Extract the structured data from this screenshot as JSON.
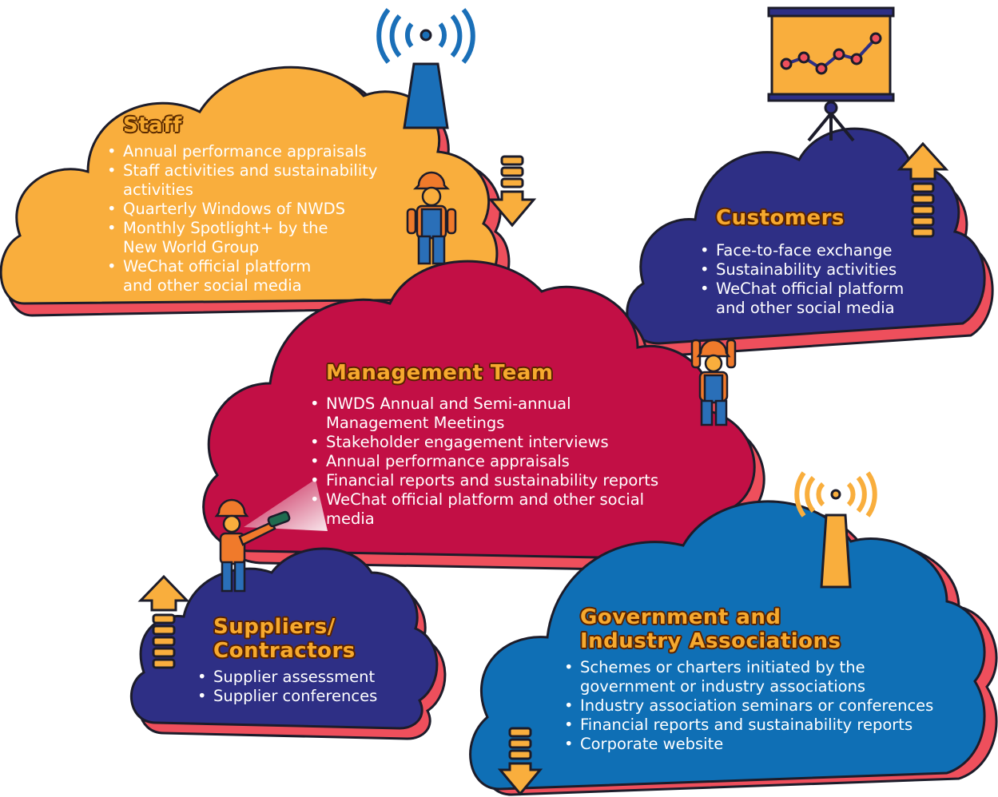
{
  "groups": {
    "staff": {
      "title": "Staff",
      "items": [
        "Annual performance appraisals",
        "Staff activities and sustainability activities",
        "Quarterly Windows of NWDS",
        "Monthly Spotlight+ by the New World Group",
        "WeChat official platform and other social media"
      ]
    },
    "customers": {
      "title": "Customers",
      "items": [
        "Face-to-face exchange",
        "Sustainability activities",
        "WeChat official platform and other social media"
      ]
    },
    "management": {
      "title": "Management Team",
      "items": [
        "NWDS Annual and Semi-annual Management Meetings",
        "Stakeholder engagement interviews",
        "Annual performance appraisals",
        "Financial reports and sustainability reports",
        "WeChat official platform and other social media"
      ]
    },
    "suppliers": {
      "title_line1": "Suppliers/",
      "title_line2": "Contractors",
      "items": [
        "Supplier assessment",
        "Supplier conferences"
      ]
    },
    "government": {
      "title_line1": "Government and",
      "title_line2": "Industry Associations",
      "items": [
        "Schemes or charters initiated by the government or industry associations",
        "Industry association seminars or conferences",
        "Financial reports and sustainability reports",
        "Corporate website"
      ]
    }
  },
  "colors": {
    "staff_cloud": "#f9ae3d",
    "management_cloud": "#c20f45",
    "customers_cloud": "#2e2f85",
    "suppliers_cloud": "#2e2f85",
    "government_cloud": "#0f6fb5",
    "cloud_shadow": "#ee4f5c",
    "outline": "#1c1c2a"
  },
  "icons": [
    "antenna-icon",
    "chart-board-icon",
    "worker-icon",
    "arrow-up-icon",
    "arrow-down-icon"
  ]
}
